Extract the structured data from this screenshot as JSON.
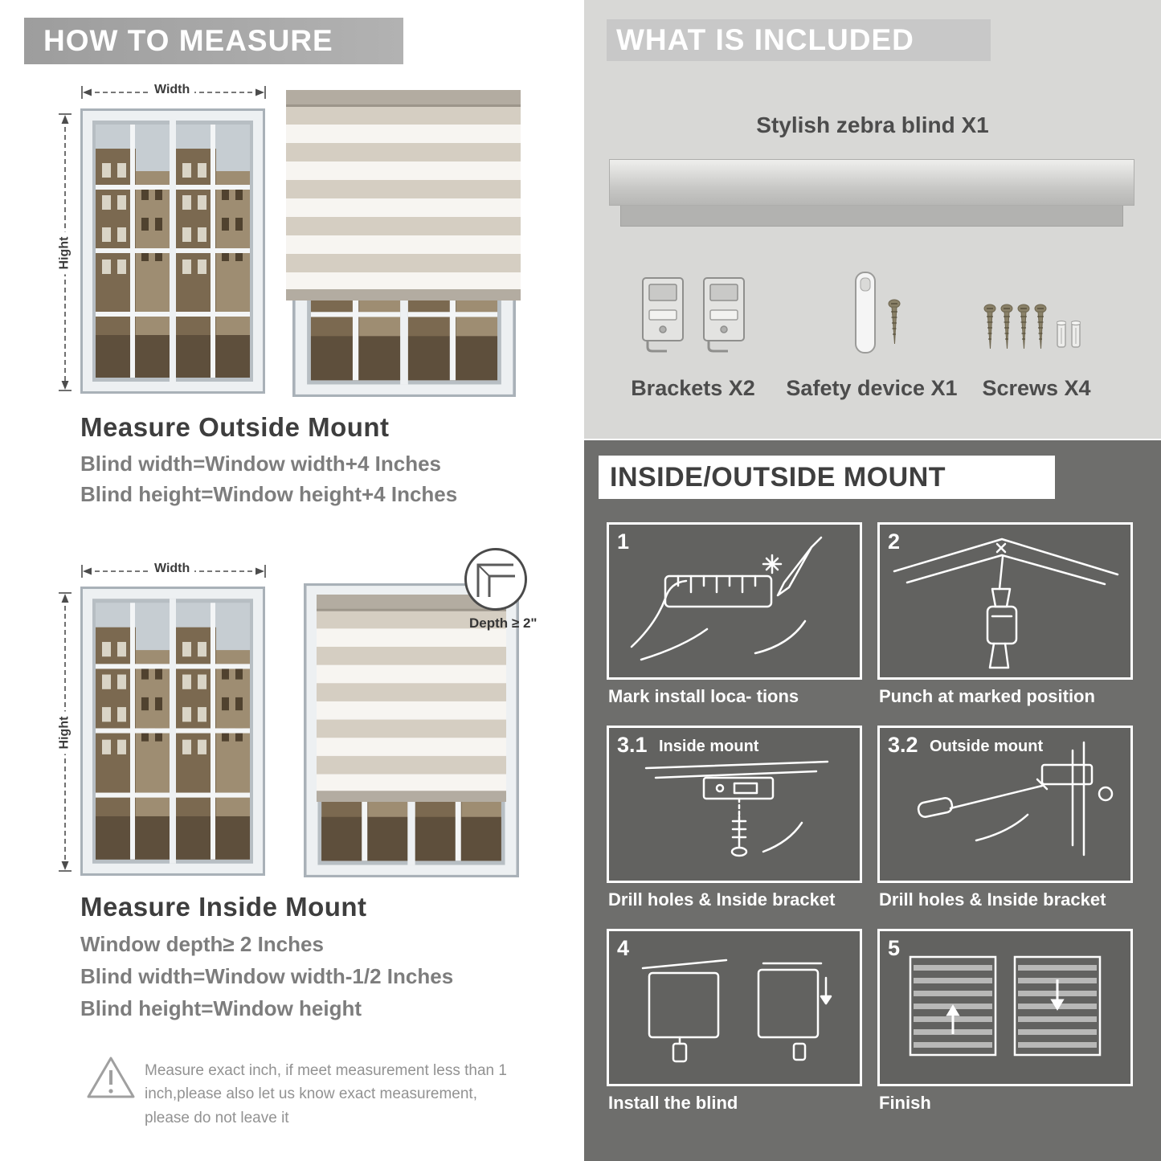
{
  "left": {
    "header": "HOW TO MEASURE",
    "win1": {
      "width_label": "Width",
      "height_label": "Hight"
    },
    "outside": {
      "title": "Measure Outside Mount",
      "line1": "Blind width=Window width+4 Inches",
      "line2": "Blind height=Window height+4 Inches"
    },
    "win2": {
      "width_label": "Width",
      "height_label": "Hight",
      "depth_label": "Depth ≥ 2\""
    },
    "inside": {
      "title": "Measure Inside Mount",
      "line0": "Window depth≥ 2 Inches",
      "line1": "Blind width=Window width-1/2 Inches",
      "line2": "Blind height=Window height"
    },
    "warning_text": "Measure exact inch, if meet measurement less than 1 inch,please also let us know exact measurement, please do not leave it"
  },
  "right": {
    "included": {
      "header": "WHAT IS INCLUDED",
      "blind_label": "Stylish zebra blind X1",
      "items": [
        {
          "label": "Brackets X2"
        },
        {
          "label": "Safety device X1"
        },
        {
          "label": "Screws X4"
        }
      ]
    },
    "mount": {
      "header": "INSIDE/OUTSIDE MOUNT",
      "steps": [
        {
          "num": "1",
          "caption": "Mark install loca- tions"
        },
        {
          "num": "2",
          "caption": "Punch at  marked position"
        },
        {
          "num": "3.1",
          "title": "Inside mount",
          "caption": "Drill holes &  Inside bracket"
        },
        {
          "num": "3.2",
          "title": "Outside mount",
          "caption": "Drill holes &  Inside bracket"
        },
        {
          "num": "4",
          "caption": "Install the blind"
        },
        {
          "num": "5",
          "caption": "Finish"
        }
      ]
    }
  },
  "icons": {
    "warning": "exclamation-triangle",
    "depth_detail": "corner-depth-magnifier"
  },
  "colors": {
    "banner_gray": "#a8a8a8",
    "light_panel": "#d8d8d6",
    "dark_panel": "#6e6e6c",
    "step_panel": "#626260",
    "heading_dark": "#3e3e3e",
    "sub_gray": "#7d7d7d"
  }
}
